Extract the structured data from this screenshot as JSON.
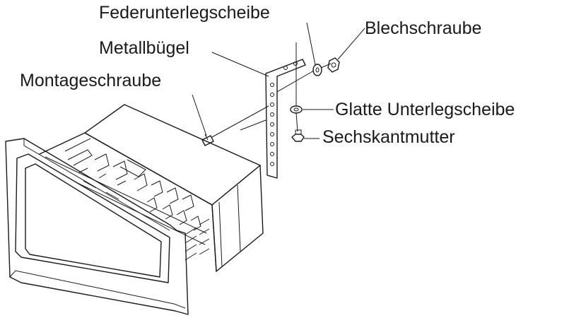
{
  "labels": {
    "federunterlegscheibe": "Federunterlegscheibe",
    "blechschraube": "Blechschraube",
    "metallbuegel": "Metallbügel",
    "montageschraube": "Montageschraube",
    "glatte_unterlegscheibe": "Glatte Unterlegscheibe",
    "sechskantmutter": "Sechskantmutter"
  }
}
